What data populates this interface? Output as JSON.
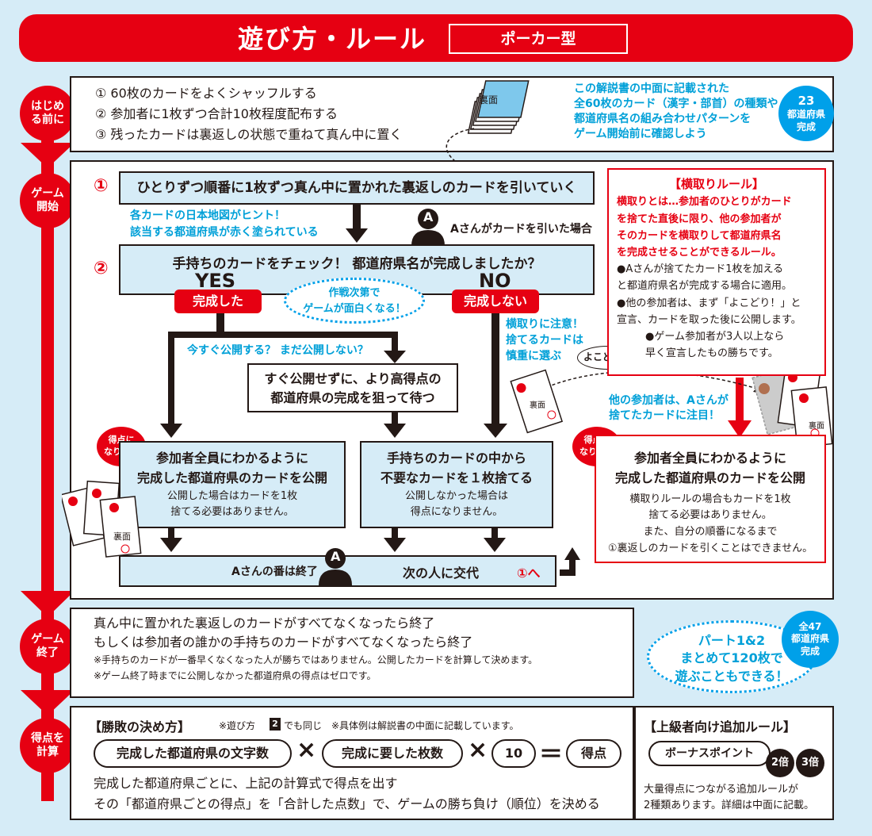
{
  "header": {
    "title": "遊び方・ルール",
    "subtitle": "ポーカー型"
  },
  "stages": [
    "はじめる前に",
    "ゲーム開始",
    "ゲーム終了",
    "得点を計算"
  ],
  "setup": {
    "steps": [
      "① 60枚のカードをよくシャッフルする",
      "② 参加者に1枚ずつ合計10枚程度配布する",
      "③ 残ったカードは裏返しの状態で重ねて真ん中に置く"
    ],
    "deck_label": "裏面",
    "note": [
      "この解説書の中面に記載された",
      "全60枚のカード（漢字・部首）の種類や",
      "都道府県名の組み合わせパターンを",
      "ゲーム開始前に確認しよう"
    ],
    "badge": [
      "23",
      "都道府県",
      "完成"
    ]
  },
  "flow": {
    "n1": "①",
    "step1": "ひとりずつ順番に1枚ずつ真ん中に置かれた裏返しのカードを引いていく",
    "hint": [
      "各カードの日本地図がヒント！",
      "該当する都道府県が赤く塗られている"
    ],
    "player_a": "A",
    "a_draws": "Aさんがカードを引いた場合",
    "n2": "②",
    "step2": "手持ちのカードをチェック！ 都道府県名が完成しましたか？",
    "yes": "YES",
    "yes_sub": "完成した",
    "no": "NO",
    "no_sub": "完成しない",
    "strategy": [
      "作戦次第で",
      "ゲームが面白くなる！"
    ],
    "publish_q": "今すぐ公開する？ まだ公開しない？",
    "wait": [
      "すぐ公開せずに、より高得点の",
      "都道府県の完成を狙って待つ"
    ],
    "caution": [
      "横取りに注意！",
      "捨てるカードは",
      "慎重に選ぶ"
    ],
    "yokodori_shout": "よこどり！",
    "points_tag": [
      "得点に",
      "なります"
    ],
    "publish_title": [
      "参加者全員にわかるように",
      "完成した都道府県のカードを公開"
    ],
    "publish_note": [
      "公開した場合はカードを1枚",
      "捨てる必要はありません。"
    ],
    "discard_title": [
      "手持ちのカードの中から",
      "不要なカードを１枚捨てる"
    ],
    "discard_note": [
      "公開しなかった場合は",
      "得点になりません。"
    ],
    "card_label": "裏面",
    "turn_end": "Aさんの番は終了",
    "next": "次の人に交代",
    "back": "①へ",
    "watch": [
      "他の参加者は、Aさんが",
      "捨てたカードに注目！"
    ],
    "steal_title": [
      "参加者全員にわかるように",
      "完成した都道府県のカードを公開"
    ],
    "steal_note": [
      "横取りルールの場合もカードを1枚",
      "捨てる必要はありません。",
      "また、自分の順番になるまで",
      "①裏返しのカードを引くことはできません。"
    ]
  },
  "yokodori": {
    "title": "【横取りルール】",
    "def": [
      "横取りとは…参加者のひとりがカード",
      "を捨てた直後に限り、他の参加者が",
      "そのカードを横取りして都道府県名",
      "を完成させることができるルール。"
    ],
    "points": [
      "●Aさんが捨てたカード1枚を加える",
      "と都道府県名が完成する場合に適用。",
      "●他の参加者は、まず「よこどり！」と",
      "宣言、カードを取った後に公開します。",
      "●ゲーム参加者が3人以上なら",
      "早く宣言したもの勝ちです。"
    ]
  },
  "end": {
    "lines": [
      "真ん中に置かれた裏返しのカードがすべてなくなったら終了",
      "もしくは参加者の誰かの手持ちのカードがすべてなくなったら終了"
    ],
    "notes": [
      "※手持ちのカードが一番早くなくなった人が勝ちではありません。公開したカードを計算して決めます。",
      "※ゲーム終了時までに公開しなかった都道府県の得点はゼロです。"
    ],
    "promo": [
      "パート1&2",
      "まとめて120枚で",
      "遊ぶこともできる！"
    ],
    "badge": [
      "全47",
      "都道府県",
      "完成"
    ]
  },
  "score": {
    "title": "【勝敗の決め方】",
    "note1": "※遊び方",
    "note_num": "2",
    "note2": "でも同じ　※具体例は解説書の中面に記載しています。",
    "f1": "完成した都道府県の文字数",
    "x1": "×",
    "f2": "完成に要した枚数",
    "x2": "×",
    "f3": "10",
    "eq": "＝",
    "f4": "得点",
    "desc": [
      "完成した都道府県ごとに、上記の計算式で得点を出す",
      "その「都道府県ごとの得点」を「合計した点数」で、ゲームの勝ち負け（順位）を決める"
    ]
  },
  "advanced": {
    "title": "【上級者向け追加ルール】",
    "bonus": "ボーナスポイント",
    "b2": "2倍",
    "b3": "3倍",
    "desc": [
      "大量得点につながる追加ルールが",
      "2種類あります。詳細は中面に記載。"
    ]
  }
}
